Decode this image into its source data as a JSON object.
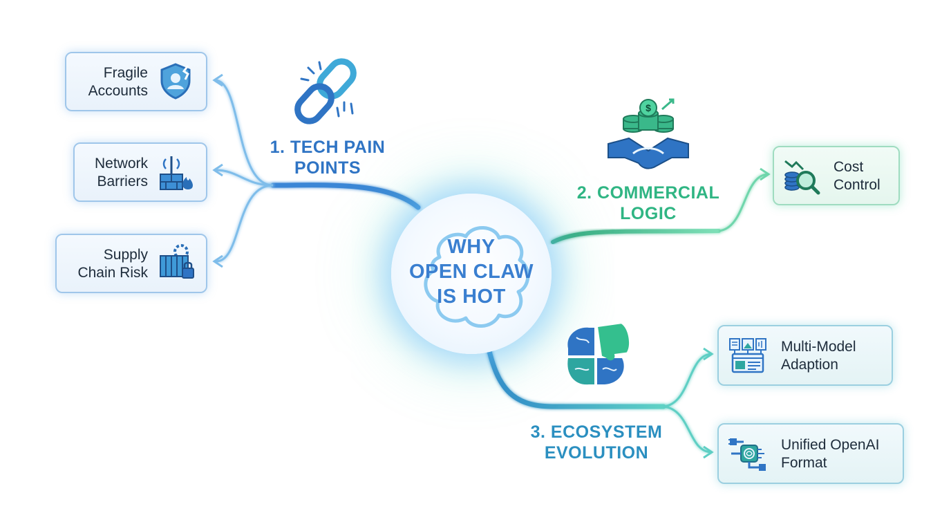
{
  "center": {
    "title_lines": [
      "WHY",
      "OPEN CLAW",
      "IS HOT"
    ]
  },
  "branches": [
    {
      "title_lines": [
        "1. TECH PAIN",
        "POINTS"
      ],
      "color": "#2f74c4",
      "leaves": [
        {
          "label_lines": [
            "Fragile",
            "Accounts"
          ],
          "icon": "shield-user-icon"
        },
        {
          "label_lines": [
            "Network",
            "Barriers"
          ],
          "icon": "firewall-tower-icon"
        },
        {
          "label_lines": [
            "Supply",
            "Chain Risk"
          ],
          "icon": "container-lock-icon"
        }
      ],
      "icon": "broken-chain-icon"
    },
    {
      "title_lines": [
        "2. COMMERCIAL",
        "LOGIC"
      ],
      "color": "#2fb583",
      "leaves": [
        {
          "label_lines": [
            "Cost",
            "Control"
          ],
          "icon": "coins-magnifier-icon"
        }
      ],
      "icon": "handshake-coins-icon"
    },
    {
      "title_lines": [
        "3. ECOSYSTEM",
        "EVOLUTION"
      ],
      "color": "#2b8fc0",
      "leaves": [
        {
          "label_lines": [
            "Multi-Model",
            "Adaption"
          ],
          "icon": "media-window-icon"
        },
        {
          "label_lines": [
            "Unified OpenAI",
            "Format"
          ],
          "icon": "plug-chip-icon"
        }
      ],
      "icon": "puzzle-brain-icon"
    }
  ],
  "colors": {
    "blue": "#3a86d6",
    "green": "#36c08c",
    "teal": "#2fa9b8",
    "text": "#1d2b3a"
  }
}
